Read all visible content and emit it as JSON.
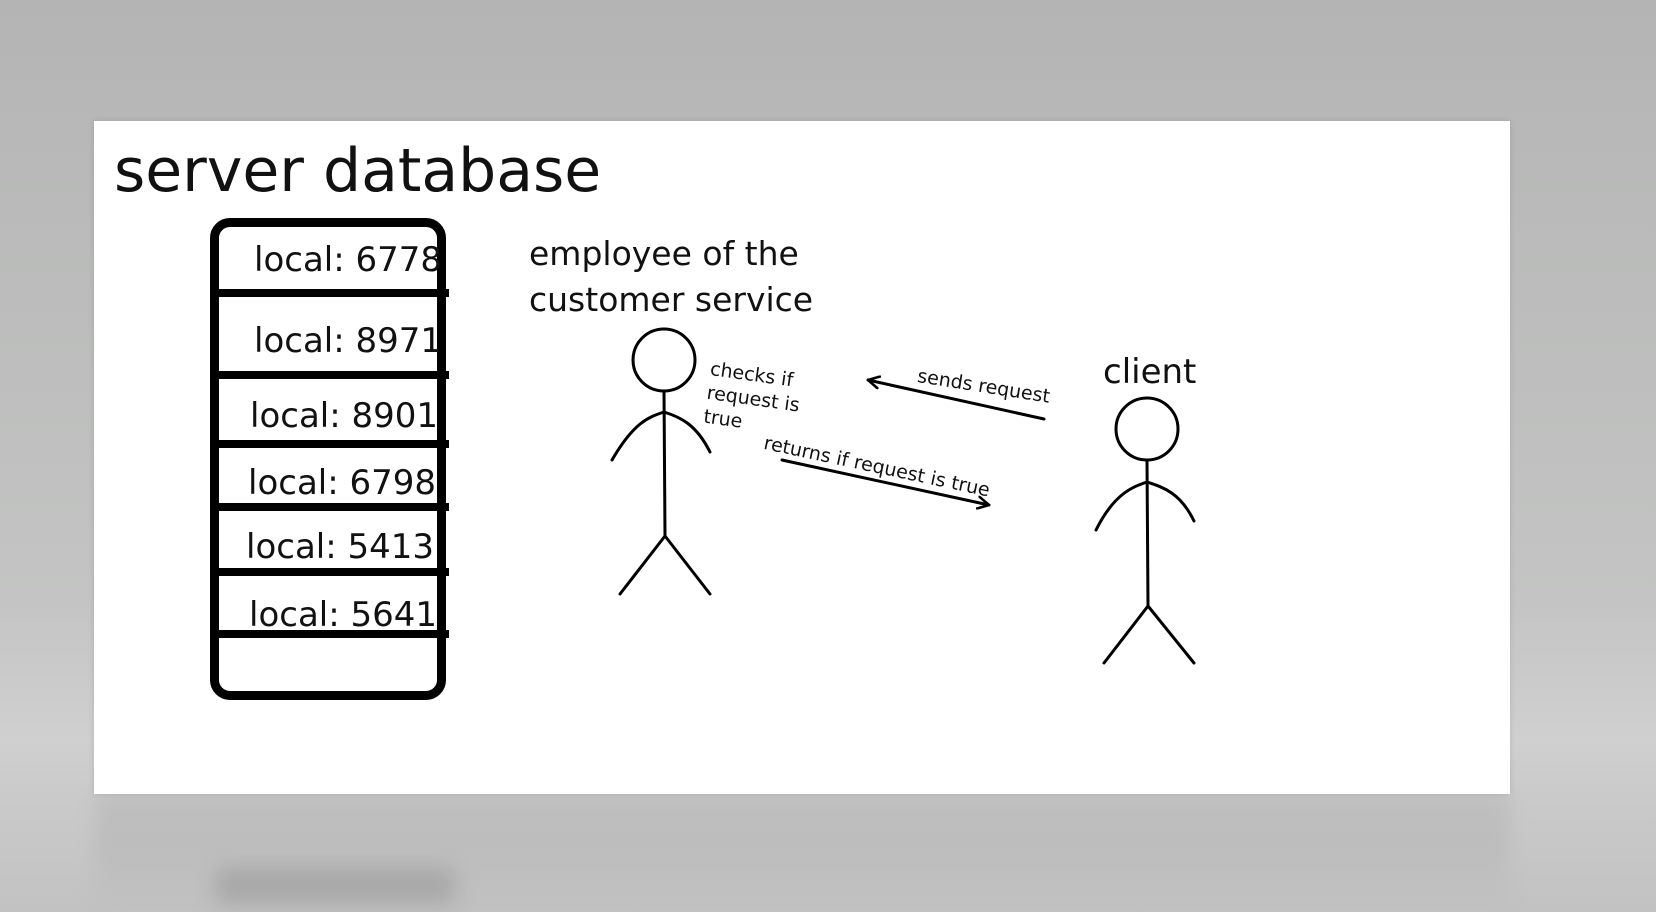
{
  "slide": {
    "title": "server database"
  },
  "database": {
    "entries": [
      "local: 6778",
      "local: 8971",
      "local: 8901",
      "local: 6798",
      "local: 5413",
      "local: 5641"
    ]
  },
  "actors": {
    "employee": "employee of the customer service",
    "client": "client"
  },
  "annotations": {
    "checks": "checks if request is true",
    "sends": "sends request",
    "returns": "returns if request is true"
  },
  "colors": {
    "background": "#b7b8b7",
    "slide": "#ffffff",
    "ink": "#000000"
  }
}
